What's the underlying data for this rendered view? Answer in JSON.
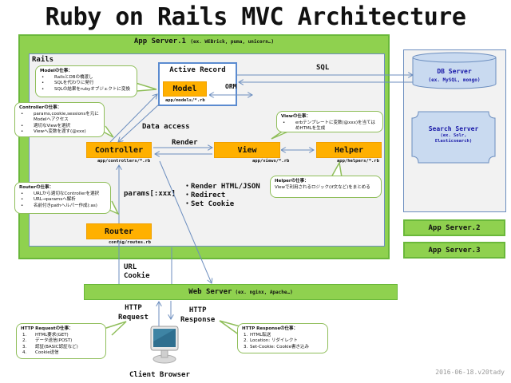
{
  "title": "Ruby on Rails MVC Architecture",
  "app_server_1": {
    "label": "App Server.1",
    "examples": "(ex. WEBrick, puma, unicorn…)"
  },
  "rails": {
    "label": "Rails"
  },
  "active_record": {
    "label": "Active Record",
    "orm_label": "ORM"
  },
  "components": {
    "model": {
      "label": "Model",
      "path": "app/models/*.rb"
    },
    "controller": {
      "label": "Controller",
      "path": "app/controllers/*.rb"
    },
    "view": {
      "label": "View",
      "path": "app/views/*.rb"
    },
    "helper": {
      "label": "Helper",
      "path": "app/helpers/*.rb"
    },
    "router": {
      "label": "Router",
      "path": "config/routes.rb"
    }
  },
  "flow_labels": {
    "sql": "SQL",
    "data_access": "Data access",
    "render": "Render",
    "params": "params[:xxx]",
    "controller_actions": [
      "・Render HTML/JSON",
      "・Redirect",
      "・Set Cookie"
    ],
    "url": "URL",
    "cookie": "Cookie",
    "http": "HTTP",
    "request": "Request",
    "response": "Response"
  },
  "bubbles": {
    "model": {
      "title": "Modelの仕事：",
      "items": [
        "RailsとDBの橋渡し",
        "SQLを代わりに発行",
        "SQLの結果をrubyオブジェクトに変換"
      ]
    },
    "controller": {
      "title": "Controllerの仕事：",
      "items": [
        "params,cookie,sessionsを元にModelへアクセス",
        "適切なViewを選択",
        "Viewへ変数を渡す(@xxx)"
      ]
    },
    "view": {
      "title": "Viewの仕事：",
      "items": [
        "erbテンプレートに変数(@xxx)を当てはめHTMLを生成"
      ]
    },
    "helper": {
      "title": "Helperの仕事：",
      "items": [
        "Viewで利用されるロジック(if文など)をまとめる"
      ]
    },
    "router": {
      "title": "Routerの仕事：",
      "items": [
        "URLから適切なControllerを選択",
        "URL→paramsへ解析",
        "名前付きpathヘルパー作成(:as)"
      ]
    },
    "http_request": {
      "title": "HTTP Requestの仕事：",
      "items": [
        "HTML要求(GET)",
        "データ送信(POST)",
        "認証(BASIC認証など)",
        "Cookie送信"
      ]
    },
    "http_response": {
      "title": "HTTP Responseの仕事：",
      "items": [
        "HTML転送",
        "Location: リダイレクト",
        "Set-Cookie: Cookie書き込み"
      ]
    }
  },
  "db_server": {
    "label": "DB Server",
    "examples": "(ex. MySQL, mongo)"
  },
  "search_server": {
    "label": "Search Server",
    "examples_line1": "(ex. Solr,",
    "examples_line2": "Elasticsearch)"
  },
  "app_server_2": {
    "label": "App Server.2"
  },
  "app_server_3": {
    "label": "App Server.3"
  },
  "web_server": {
    "label": "Web Server",
    "examples": "(ex. nginx, Apache…)"
  },
  "client": {
    "label": "Client Browser",
    "icon": "computer-monitor-icon"
  },
  "footer": {
    "credit": "2016-06-18.v20tady"
  },
  "colors": {
    "app_server": "#8fd14f",
    "component": "#ffb000",
    "arrow": "#6c8ebf",
    "bubble_border": "#8fbe5a",
    "server_text": "#1a1aa8"
  }
}
